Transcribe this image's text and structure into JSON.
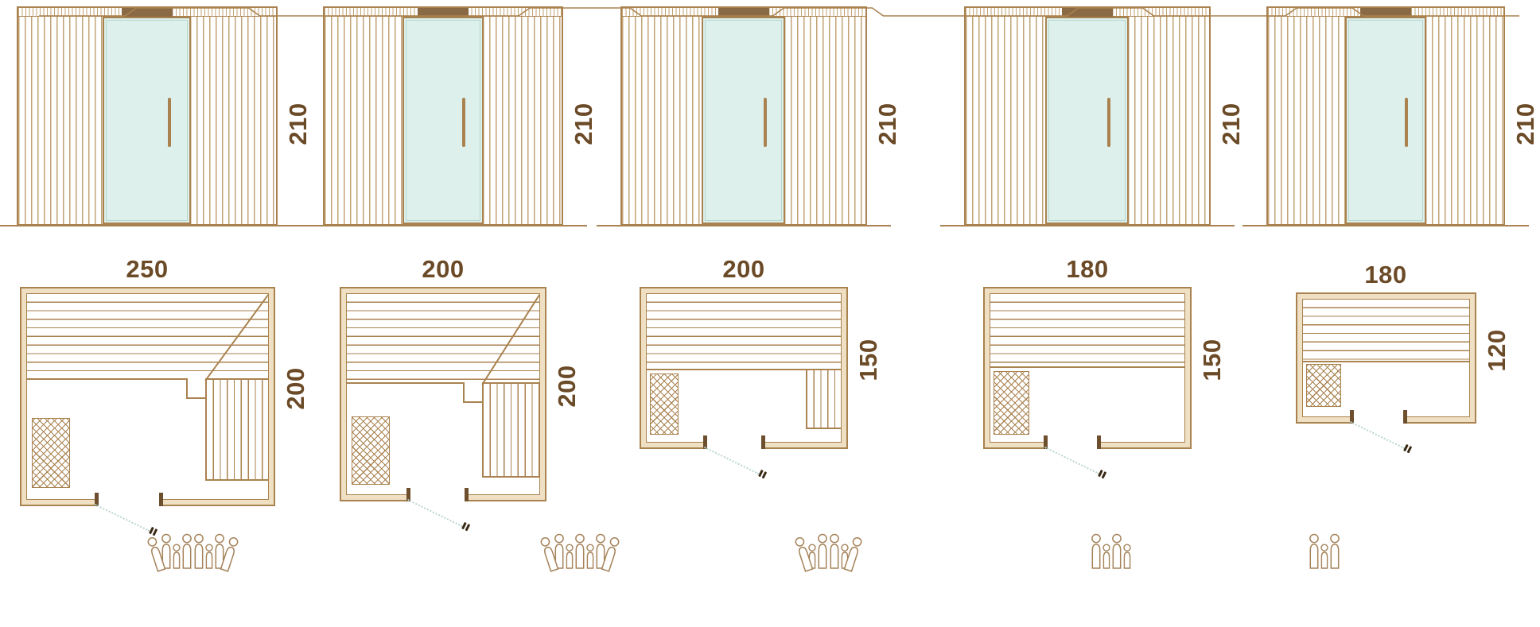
{
  "diagram_title": "",
  "colors": {
    "line": "#a9824f",
    "line_light": "#c2a376",
    "dim_text": "#6b4a27",
    "glass": "#def0ec",
    "glass_edge": "#b5d7cf",
    "wall_fill": "#efe0c3",
    "swing": "#b9d6ce",
    "mark": "#3a2a15",
    "jamb": "#6d4f2e",
    "dark_block": "#8a6a45",
    "figure": "#a5835a"
  },
  "icons": {
    "person": "person-icon",
    "heater": "heater-crosshatch-icon",
    "door_handle": "door-handle-icon",
    "door_swing": "door-swing-dotted-line"
  },
  "saunas": [
    {
      "width_label": "250",
      "depth_label": "200",
      "height_label": "210",
      "width_cm": 250,
      "depth_cm": 200,
      "height_cm": 210,
      "capacity": 8
    },
    {
      "width_label": "200",
      "depth_label": "200",
      "height_label": "210",
      "width_cm": 200,
      "depth_cm": 200,
      "height_cm": 210,
      "capacity": 7
    },
    {
      "width_label": "200",
      "depth_label": "150",
      "height_label": "210",
      "width_cm": 200,
      "depth_cm": 150,
      "height_cm": 210,
      "capacity": 6
    },
    {
      "width_label": "180",
      "depth_label": "150",
      "height_label": "210",
      "width_cm": 180,
      "depth_cm": 150,
      "height_cm": 210,
      "capacity": 4
    },
    {
      "width_label": "180",
      "depth_label": "120",
      "height_label": "210",
      "width_cm": 180,
      "depth_cm": 120,
      "height_cm": 210,
      "capacity": 3
    }
  ]
}
